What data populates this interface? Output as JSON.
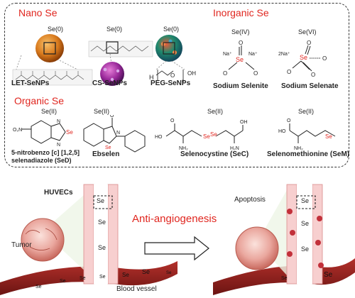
{
  "top": {
    "nano_title": "Nano Se",
    "inorganic_title": "Inorganic Se",
    "organic_title": "Organic Se",
    "nano": [
      {
        "oxidation": "Se(0)",
        "name": "LET-SeNPs"
      },
      {
        "oxidation": "Se(0)",
        "name": "CS-SeNPs"
      },
      {
        "oxidation": "Se(0)",
        "name": "PEG-SeNPs"
      }
    ],
    "inorganic": [
      {
        "oxidation": "Se(IV)",
        "name": "Sodium Selenite",
        "cation1": "Na⁺",
        "cation2": "Na⁺"
      },
      {
        "oxidation": "Se(VI)",
        "name": "Sodium Selenate",
        "cation": "2Na⁺"
      }
    ],
    "organic": [
      {
        "oxidation": "Se(II)",
        "name_line1": "5-nitrobenzo [c] [1,2,5]",
        "name_line2": "selenadiazole (SeD)"
      },
      {
        "oxidation": "Se(II)",
        "name": "Ebselen"
      },
      {
        "oxidation": "Se(II)",
        "name": "Selenocystine (SeC)"
      },
      {
        "oxidation": "Se(II)",
        "name": "Selenomethionine (SeM)"
      }
    ],
    "atoms": {
      "se": "Se",
      "o": "O",
      "n": "N",
      "oh": "OH",
      "ho": "HO",
      "h": "H",
      "nh2": "NH₂",
      "h2n": "H₂N",
      "o2n": "O₂N",
      "n_sub": "n"
    }
  },
  "bottom": {
    "huvecs": "HUVECs",
    "tumor": "Tumor",
    "blood_vessel": "Blood vessel",
    "anti": "Anti-angiogenesis",
    "apoptosis": "Apoptosis",
    "se": "Se"
  },
  "colors": {
    "red": "#e0261f",
    "vessel": "#8f1f1c",
    "cell": "#f3c0c0",
    "tumor": "#e9a7a0"
  }
}
